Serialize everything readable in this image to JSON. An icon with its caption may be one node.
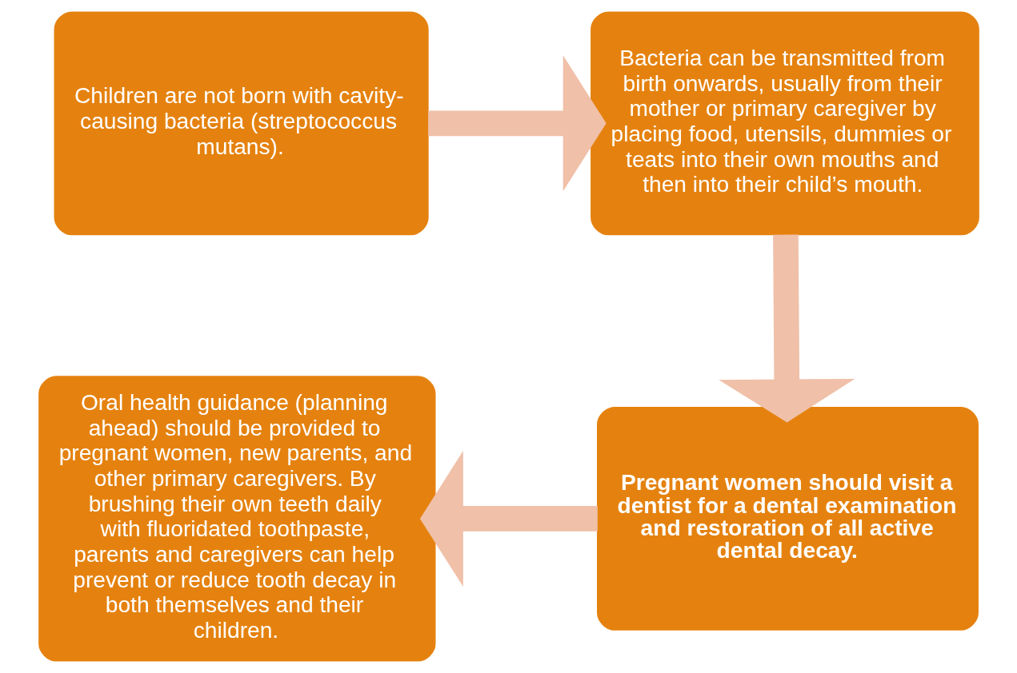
{
  "diagram": {
    "nodes": [
      {
        "text": [
          "Children are not born with cavity-causing bacteria (streptococcus mutans)."
        ]
      },
      {
        "text": [
          "Bacteria can be transmitted from birth onwards, usually from their mother or primary caregiver by placing food, utensils, dummies or teats into their own mouths and then into their child’s mouth."
        ]
      },
      {
        "text": [
          "Pregnant women should visit a dentist for a dental examination and restoration of all active dental decay."
        ]
      },
      {
        "text": [
          "Oral health guidance (planning ahead) should be provided to pregnant women, new parents, and other primary caregivers. By brushing their own teeth daily with fluoridated toothpaste, parents and caregivers can help prevent or reduce tooth decay in both themselves and their children."
        ]
      }
    ],
    "edges": [
      {
        "from": 0,
        "to": 1,
        "arrow": "to"
      },
      {
        "from": 1,
        "to": 2,
        "arrow": "to"
      },
      {
        "from": 2,
        "to": 3,
        "arrow": "to"
      }
    ]
  }
}
